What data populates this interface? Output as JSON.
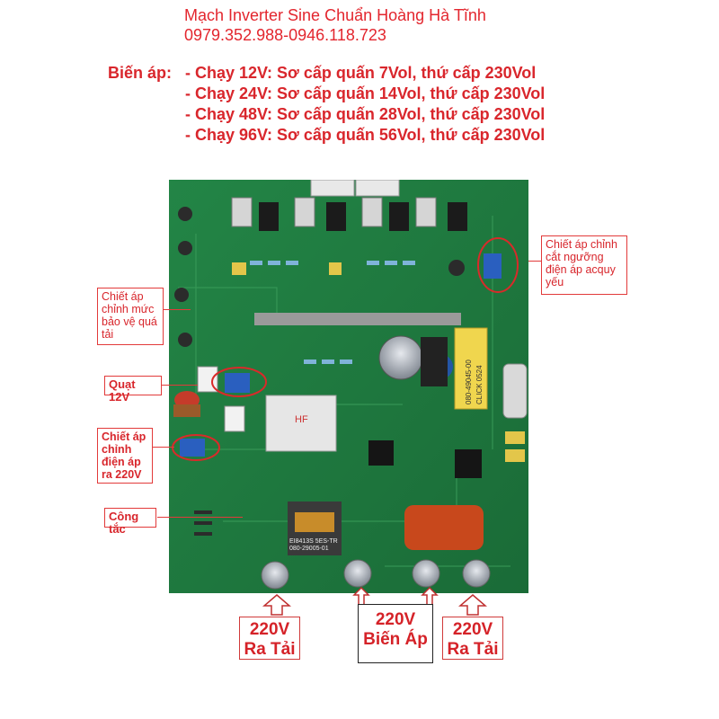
{
  "header": {
    "title": "Mạch Inverter Sine Chuẩn Hoàng Hà Tĩnh",
    "phone": "0979.352.988-0946.118.723"
  },
  "transformer_spec": {
    "label": "Biến áp:",
    "lines": [
      "- Chạy 12V: Sơ cấp quấn 7Vol, thứ cấp 230Vol",
      "- Chạy 24V: Sơ cấp quấn 14Vol, thứ cấp 230Vol",
      "- Chạy 48V: Sơ cấp quấn 28Vol, thứ cấp 230Vol",
      "- Chạy 96V: Sơ cấp quấn 56Vol, thứ cấp 230Vol"
    ]
  },
  "callouts": {
    "battery_cutoff": "Chiết áp chỉnh cắt ngưỡng điện áp acquy yếu",
    "overload_protect": "Chiết áp chỉnh mức bảo vệ quá tải",
    "fan": "Quạt 12V",
    "output_voltage": "Chiết áp chỉnh điện áp ra 220V",
    "switch": "Công tắc"
  },
  "terminals": {
    "load_left": [
      "220V",
      "Ra Tải"
    ],
    "transformer": [
      "220V",
      "Biến Áp"
    ],
    "load_right": [
      "220V",
      "Ra Tải"
    ]
  },
  "board_markings": {
    "relay": "HF",
    "transformer_code": "080-29005-01",
    "transformer_code2": "EI8413S 5ES-TR",
    "inductor_code": "080-49045-00",
    "inductor_code2": "CLICK 0524"
  },
  "colors": {
    "text_red": "#e3262e",
    "pcb_green": "#1f7a3f",
    "capacitor_orange": "#c8481c"
  }
}
